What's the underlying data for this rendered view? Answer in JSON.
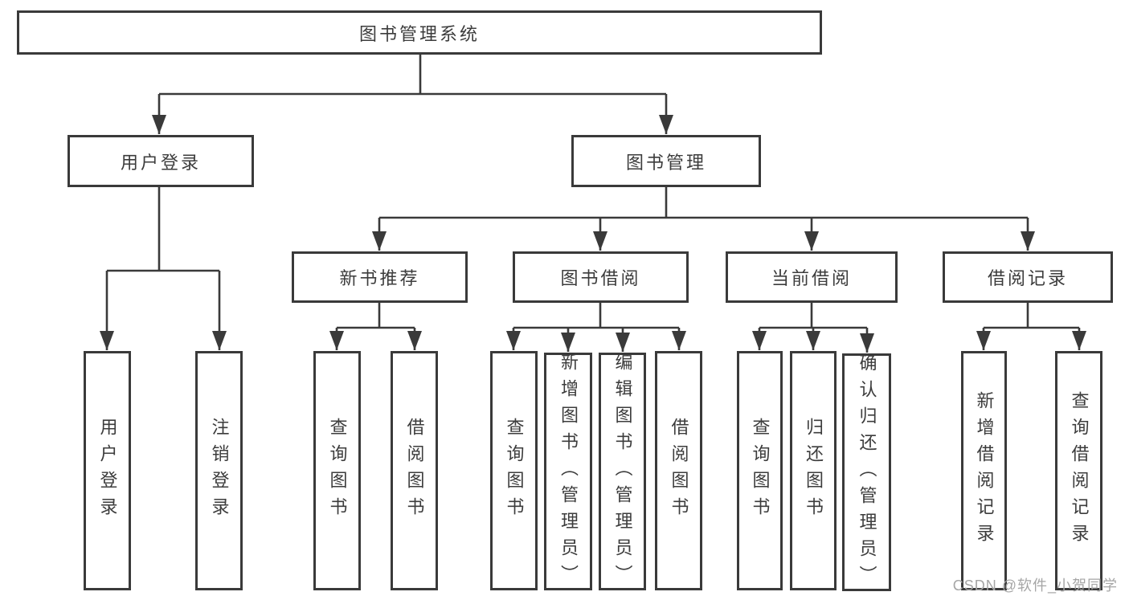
{
  "diagram": {
    "root": "图书管理系统",
    "level1": {
      "user_login": "用户登录",
      "book_mgmt": "图书管理"
    },
    "level2": {
      "new_book_rec": "新书推荐",
      "book_borrow": "图书借阅",
      "current_borrow": "当前借阅",
      "borrow_record": "借阅记录"
    },
    "leaves": {
      "user_login": [
        "用户登录",
        "注销登录"
      ],
      "new_book_rec": [
        "查询图书",
        "借阅图书"
      ],
      "book_borrow": [
        "查询图书",
        "新增图书（管理员）",
        "编辑图书（管理员）",
        "借阅图书"
      ],
      "current_borrow": [
        "查询图书",
        "归还图书",
        "确认归还（管理员）"
      ],
      "borrow_record": [
        "新增借阅记录",
        "查询借阅记录"
      ]
    }
  },
  "watermark": "CSDN @软件_小贺同学",
  "colors": {
    "line": "#3a3a3a",
    "text": "#3c3c3c",
    "watermark": "#a6a6a6",
    "background": "#ffffff"
  }
}
